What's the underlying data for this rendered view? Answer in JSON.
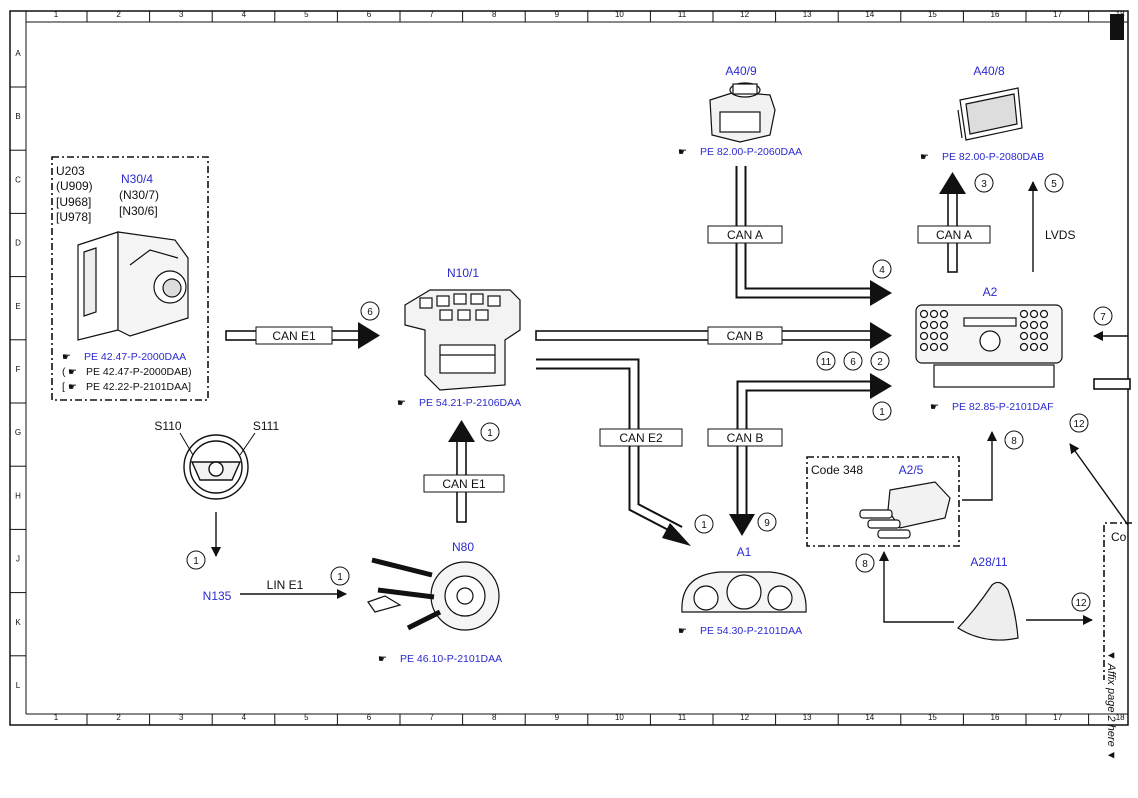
{
  "grid": {
    "columns": [
      "1",
      "2",
      "3",
      "4",
      "5",
      "6",
      "7",
      "8",
      "9",
      "10",
      "11",
      "12",
      "13",
      "14",
      "15",
      "16",
      "17",
      "18"
    ],
    "rows": [
      "A",
      "B",
      "C",
      "D",
      "E",
      "F",
      "G",
      "H",
      "J",
      "K",
      "L"
    ]
  },
  "components": {
    "n30_4": {
      "title": "N30/4",
      "variants": [
        "U203",
        "(U909)",
        "[U968]",
        "[U978]"
      ],
      "alt_names": [
        "(N30/7)",
        "[N30/6]"
      ],
      "refs": [
        {
          "prefix": "",
          "text": "PE 42.47-P-2000DAA"
        },
        {
          "prefix": "(",
          "text": "PE 42.47-P-2000DAB)"
        },
        {
          "prefix": "[",
          "text": "PE 42.22-P-2101DAA]"
        }
      ]
    },
    "n10_1": {
      "title": "N10/1",
      "ref": "PE 54.21-P-2106DAA"
    },
    "a40_9": {
      "title": "A40/9",
      "ref": "PE 82.00-P-2060DAA"
    },
    "a40_8": {
      "title": "A40/8",
      "ref": "PE 82.00-P-2080DAB"
    },
    "a2": {
      "title": "A2",
      "ref": "PE 82.85-P-2101DAF"
    },
    "a1": {
      "title": "A1",
      "ref": "PE 54.30-P-2101DAA"
    },
    "n80": {
      "title": "N80",
      "ref": "PE 46.10-P-2101DAA"
    },
    "a2_5": {
      "title": "A2/5",
      "code": "Code 348"
    },
    "a28_11": {
      "title": "A28/11"
    },
    "steering": {
      "s110": "S110",
      "s111": "S111"
    },
    "n135": {
      "title": "N135"
    },
    "partial_box": {
      "text": "Co"
    }
  },
  "buses": {
    "can_e1_top": "CAN E1",
    "can_e1_bottom": "CAN E1",
    "can_a_left": "CAN A",
    "can_a_right": "CAN A",
    "can_b_top": "CAN B",
    "can_b_mid": "CAN B",
    "can_e2": "CAN E2",
    "lin_e1": "LIN E1",
    "lvds": "LVDS"
  },
  "markers": {
    "m6_n10": "6",
    "m3": "3",
    "m5": "5",
    "m4": "4",
    "m7": "7",
    "m11": "11",
    "m6_a2": "6",
    "m2": "2",
    "m1_a2": "1",
    "m1_n80up": "1",
    "m12_top": "12",
    "m8_top": "8",
    "m1_a1": "1",
    "m9": "9",
    "m1_steer": "1",
    "m1_lin": "1",
    "m8_bottom": "8",
    "m12_bottom": "12"
  },
  "side_note": "▼ Affix page 2 here ▼"
}
